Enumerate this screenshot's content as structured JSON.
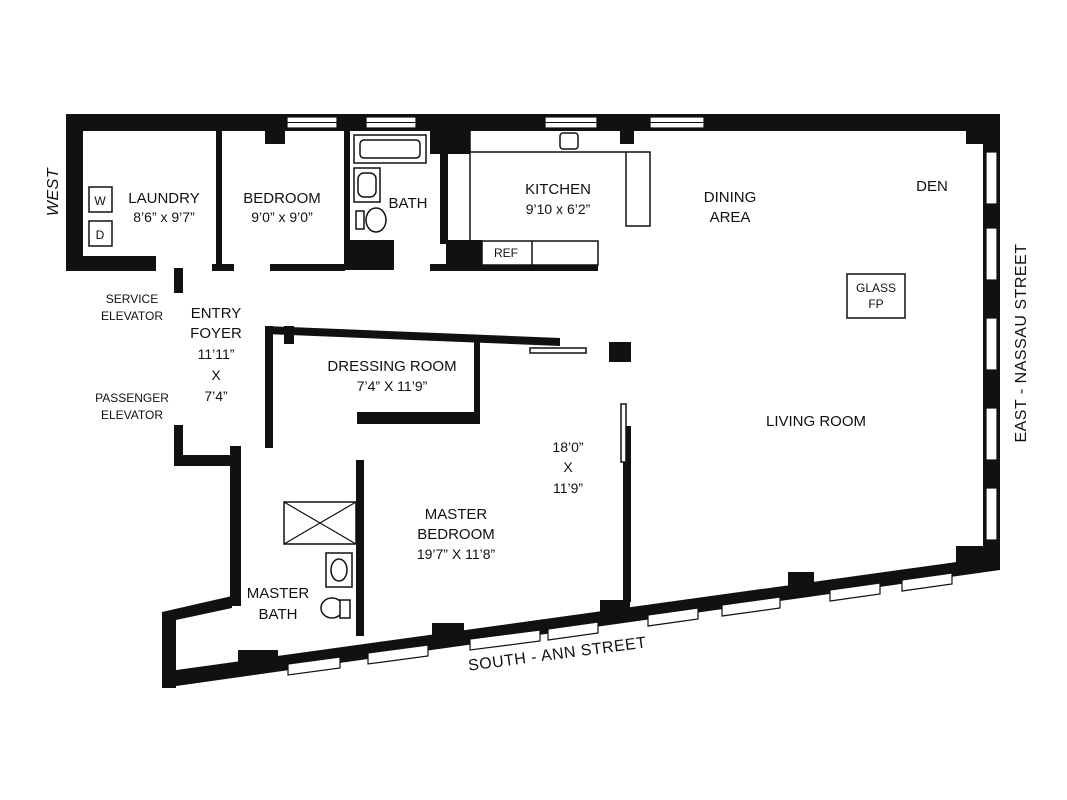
{
  "compass": {
    "west": "WEST"
  },
  "streets": {
    "east": "EAST - NASSAU STREET",
    "south": "SOUTH - ANN STREET"
  },
  "rooms": {
    "laundry": {
      "name": "LAUNDRY",
      "size": "8’6” x 9’7”",
      "washer": "W",
      "dryer": "D"
    },
    "bedroom": {
      "name": "BEDROOM",
      "size": "9’0” x 9’0”"
    },
    "bath": {
      "name": "BATH"
    },
    "kitchen": {
      "name": "KITCHEN",
      "size": "9’10 x 6’2”",
      "ref": "REF"
    },
    "dining": {
      "line1": "DINING",
      "line2": "AREA"
    },
    "den": {
      "name": "DEN"
    },
    "fireplace": {
      "line1": "GLASS",
      "line2": "FP"
    },
    "entry": {
      "line1": "ENTRY",
      "line2": "FOYER",
      "line3": "11’11”",
      "line4": "X",
      "line5": "7’4”"
    },
    "service_elevator": {
      "line1": "SERVICE",
      "line2": "ELEVATOR"
    },
    "passenger_elevator": {
      "line1": "PASSENGER",
      "line2": "ELEVATOR"
    },
    "dressing": {
      "name": "DRESSING ROOM",
      "size": "7’4” X 11’9”"
    },
    "living": {
      "name": "LIVING ROOM",
      "line1": "18’0”",
      "line2": "X",
      "line3": "11’9”"
    },
    "master_bedroom": {
      "line1": "MASTER",
      "line2": "BEDROOM",
      "size": "19’7” X 11’8”"
    },
    "master_bath": {
      "line1": "MASTER",
      "line2": "BATH"
    }
  }
}
